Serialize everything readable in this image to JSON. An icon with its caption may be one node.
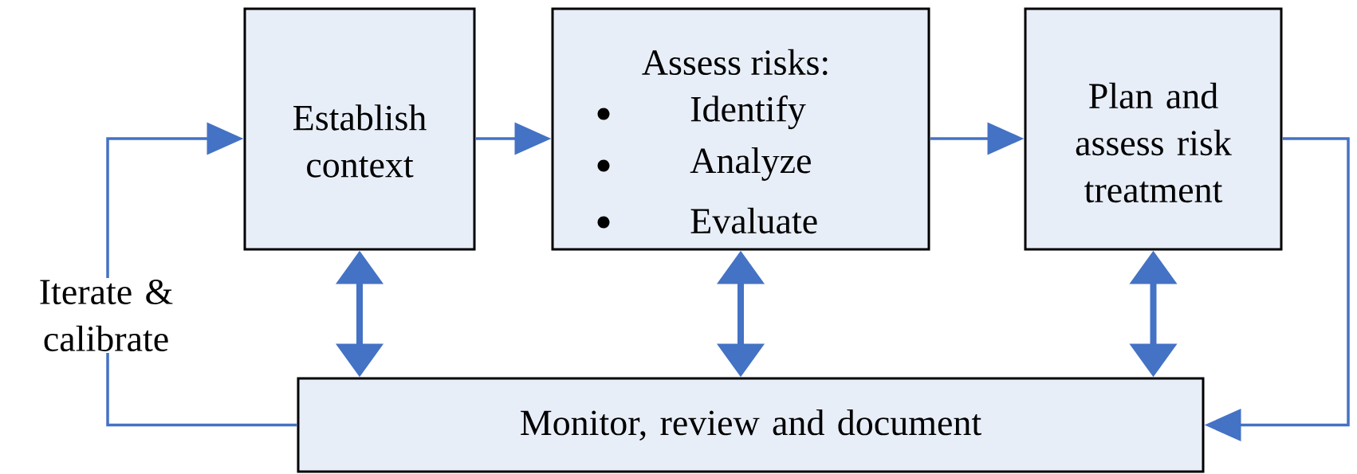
{
  "diagram": {
    "nodes": [
      {
        "text": [
          "Establish context"
        ]
      },
      {
        "text": [
          "Assess risks:",
          "Identify",
          "Analyze",
          "Evaluate"
        ]
      },
      {
        "text": [
          "Plan and assess risk treatment"
        ]
      },
      {
        "text": [
          "Monitor, review and document"
        ]
      }
    ],
    "edges": [
      {
        "from": 0,
        "to": 1,
        "arrow": "to"
      },
      {
        "from": 1,
        "to": 2,
        "arrow": "to"
      },
      {
        "from": 2,
        "to": 3,
        "arrow": "to"
      },
      {
        "from": 3,
        "to": 0,
        "arrow": "to",
        "label": "Iterate & calibrate"
      },
      {
        "from": 0,
        "to": 3,
        "arrow": "both",
        "style": "thick"
      },
      {
        "from": 1,
        "to": 3,
        "arrow": "both",
        "style": "thick"
      },
      {
        "from": 2,
        "to": 3,
        "arrow": "both",
        "style": "thick"
      }
    ]
  }
}
